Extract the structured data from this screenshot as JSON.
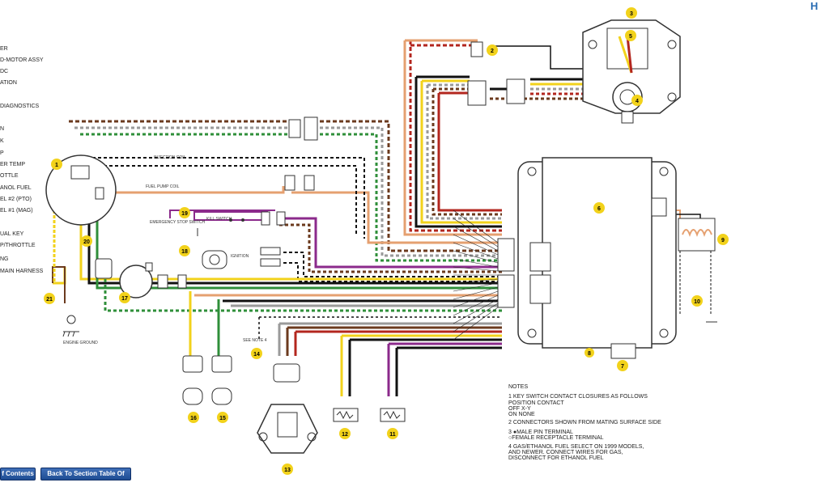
{
  "corner_letter": "H",
  "legend": [
    {
      "text": "ER"
    },
    {
      "text": "D-MOTOR ASSY"
    },
    {
      "text": "DC"
    },
    {
      "text": "ATION"
    },
    {
      "text": "DIAGNOSTICS"
    },
    {
      "text": "N"
    },
    {
      "text": "K"
    },
    {
      "text": "P"
    },
    {
      "text": "ER TEMP"
    },
    {
      "text": "OTTLE"
    },
    {
      "text": "ANOL FUEL"
    },
    {
      "text": "EL #2 (PTO)"
    },
    {
      "text": "EL #1 (MAG)"
    },
    {
      "text": "UAL KEY"
    },
    {
      "text": "P/THROTTLE"
    },
    {
      "text": "NG"
    },
    {
      "text": "MAIN HARNESS"
    }
  ],
  "callouts": [
    "1",
    "2",
    "3",
    "4",
    "5",
    "6",
    "7",
    "8",
    "9",
    "10",
    "11",
    "12",
    "13",
    "14",
    "15",
    "16",
    "17",
    "18",
    "19",
    "20",
    "21"
  ],
  "small_labels": {
    "fuel_pump": "FUEL PUMP COIL",
    "injection": "INJECTION COIL",
    "kill_switch": "KILL SWITCH",
    "emergency_stop": "EMERGENCY STOP SWITCH",
    "ignition": "IGNITION",
    "see_note": "SEE NOTE 4",
    "engine_ground": "ENGINE GROUND"
  },
  "notes": {
    "heading": "NOTES",
    "items": [
      "1  KEY SWITCH CONTACT CLOSURES AS FOLLOWS",
      "                 POSITION          CONTACT",
      "                 OFF                  X-Y",
      "                 ON                   NONE",
      "2  CONNECTORS SHOWN FROM MATING SURFACE SIDE",
      "3  ●MALE PIN TERMINAL",
      "    ○FEMALE RECEPTACLE TERMINAL",
      "4  GAS/ETHANOL FUEL SELECT ON 1999 MODELS,",
      "    AND NEWER. CONNECT WIRES FOR GAS,",
      "    DISCONNECT FOR ETHANOL FUEL"
    ]
  },
  "nav": {
    "contents": "f Contents",
    "back": "Back To Section Table Of Contents"
  },
  "colors": {
    "yellow": "#f2d21b",
    "orange": "#e5a070",
    "purple": "#8b2a8b",
    "green": "#2f8f3a",
    "red": "#b3261e",
    "brown": "#6b3a1e",
    "gray": "#9a9a9a",
    "black": "#111111",
    "nav_blue": "#2a5aa8"
  }
}
